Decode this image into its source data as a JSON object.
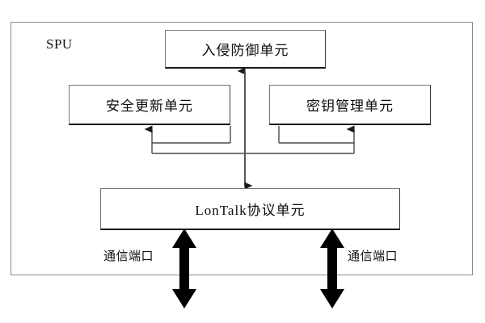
{
  "diagram": {
    "container": {
      "name": "SPU",
      "label": "SPU"
    },
    "boxes": [
      {
        "id": "ips",
        "label": "入侵防御单元"
      },
      {
        "id": "update",
        "label": "安全更新单元"
      },
      {
        "id": "key",
        "label": "密钥管理单元"
      },
      {
        "id": "lontalk",
        "label": "LonTalk协议单元"
      }
    ],
    "ports": [
      {
        "id": "left",
        "label": "通信端口"
      },
      {
        "id": "right",
        "label": "通信端口"
      }
    ],
    "colors": {
      "line": "#4a4a4a",
      "box_border": "#777777",
      "box_border_dark": "#1a1a1a",
      "container_border": "#8a8a8a",
      "arrow_fill": "#000000",
      "text": "#0d0d0d",
      "background": "#ffffff"
    }
  }
}
